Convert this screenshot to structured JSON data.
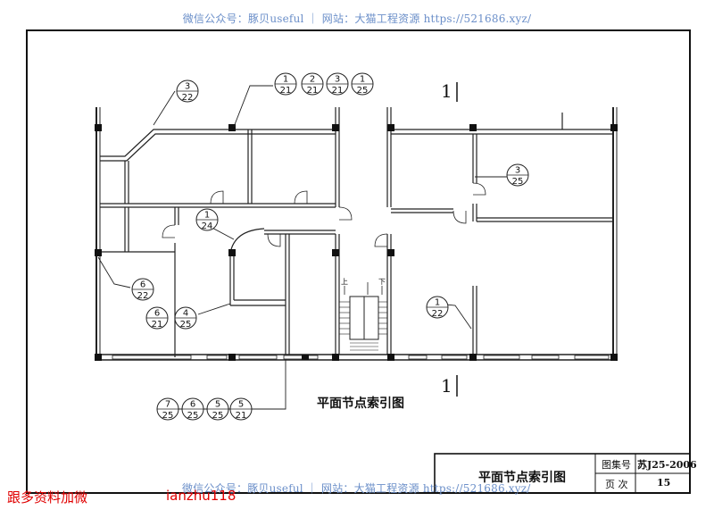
{
  "watermark": {
    "top": "微信公众号：豚贝useful ｜ 网站：大猫工程资源 https://521686.xyz/",
    "bottom": "微信公众号：豚贝useful ｜ 网站：大猫工程资源 https://521686.xyz/"
  },
  "plan": {
    "title": "平面节点索引图",
    "section_mark_top": "1",
    "section_mark_bottom": "1",
    "stair_up": "上",
    "stair_down": "下"
  },
  "callouts": [
    {
      "num": "3",
      "den": "22"
    },
    {
      "num": "1",
      "den": "21"
    },
    {
      "num": "2",
      "den": "21"
    },
    {
      "num": "3",
      "den": "21"
    },
    {
      "num": "1",
      "den": "25"
    },
    {
      "num": "3",
      "den": "25"
    },
    {
      "num": "1",
      "den": "24"
    },
    {
      "num": "6",
      "den": "22"
    },
    {
      "num": "6",
      "den": "21"
    },
    {
      "num": "4",
      "den": "25"
    },
    {
      "num": "1",
      "den": "22"
    },
    {
      "num": "7",
      "den": "25"
    },
    {
      "num": "6",
      "den": "25"
    },
    {
      "num": "5",
      "den": "25"
    },
    {
      "num": "5",
      "den": "21"
    }
  ],
  "title_block": {
    "drawing_title": "平面节点索引图",
    "atlas_label": "图集号",
    "atlas_value": "苏J25-2006",
    "page_label": "页 次",
    "page_value": "15"
  },
  "overlay": {
    "left_text": "跟多资料加微",
    "right_text": "ianzhu118"
  }
}
